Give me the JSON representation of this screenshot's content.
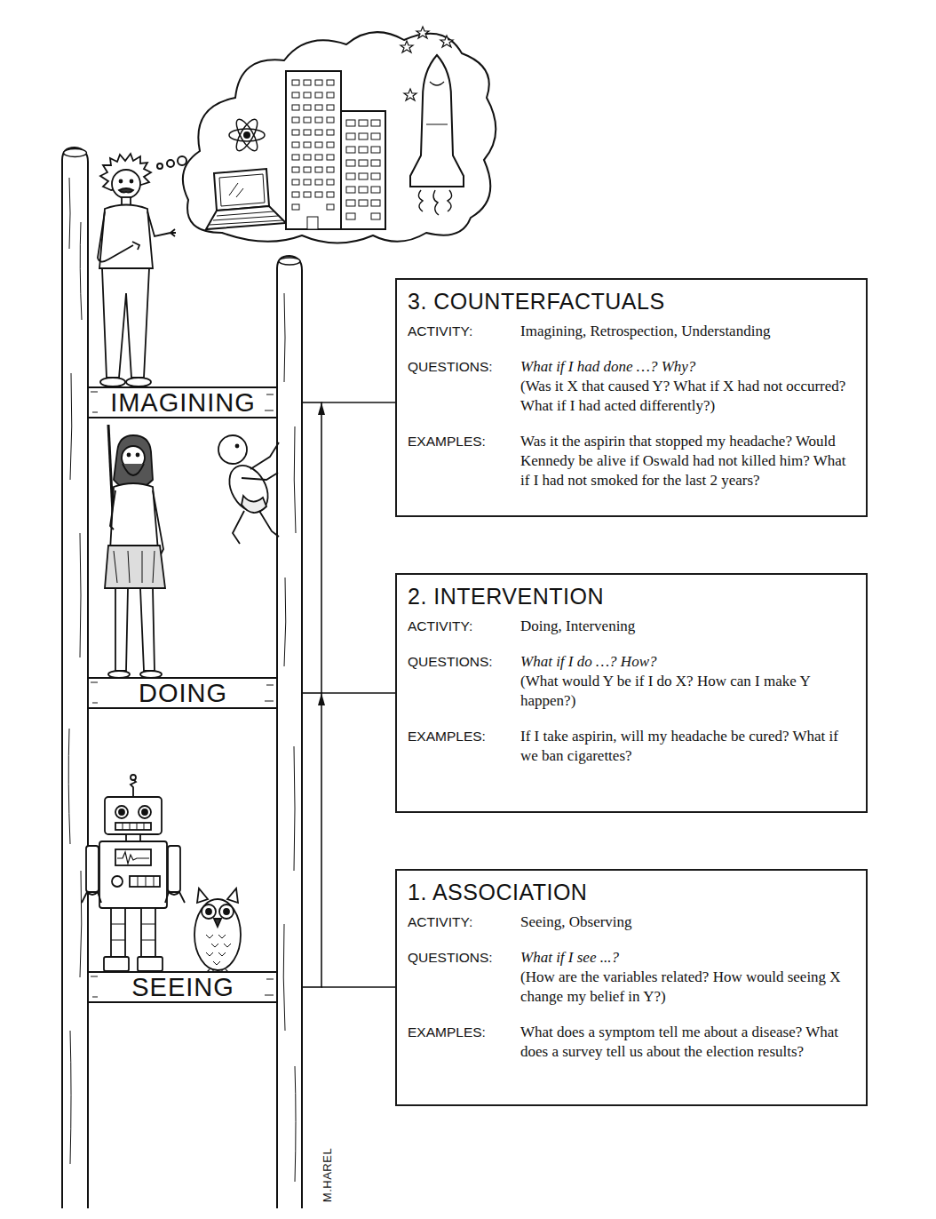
{
  "diagram": {
    "nodes": [
      {
        "text": [
          "3. COUNTERFACTUALS",
          "ACTIVITY:",
          "Imagining, Retrospection, Understanding",
          "QUESTIONS:",
          "What if I had done …? Why?",
          "(Was it X that caused Y? What if X had not occurred? What if I had acted differently?)",
          "EXAMPLES:",
          "Was it the aspirin that stopped my headache? Would Kennedy be alive if Oswald had not killed him? What if I had not smoked for the last 2 years?"
        ]
      },
      {
        "text": [
          "IMAGINING"
        ]
      },
      {
        "text": [
          "2. INTERVENTION",
          "ACTIVITY:",
          "Doing, Intervening",
          "QUESTIONS:",
          "What if I do …? How?",
          "(What would Y be if I do X? How can I make Y happen?)",
          "EXAMPLES:",
          "If I take aspirin, will my headache be cured? What if we ban cigarettes?"
        ]
      },
      {
        "text": [
          "DOING"
        ]
      },
      {
        "text": [
          "1. ASSOCIATION",
          "ACTIVITY:",
          "Seeing, Observing",
          "QUESTIONS:",
          "What if I see ...?",
          "(How are the variables related? How would seeing X change my belief in Y?)",
          "EXAMPLES:",
          "What does a symptom tell me about a disease? What does a survey tell us about the election results?"
        ]
      },
      {
        "text": [
          "SEEING"
        ]
      }
    ],
    "edges": [
      {
        "from": 1,
        "to": 0,
        "arrow": "none"
      },
      {
        "from": 3,
        "to": 2,
        "arrow": "none"
      },
      {
        "from": 5,
        "to": 4,
        "arrow": "none"
      },
      {
        "from": 5,
        "to": 3,
        "arrow": "to"
      },
      {
        "from": 3,
        "to": 1,
        "arrow": "to"
      }
    ],
    "labels": [
      "M.HAREL"
    ]
  }
}
